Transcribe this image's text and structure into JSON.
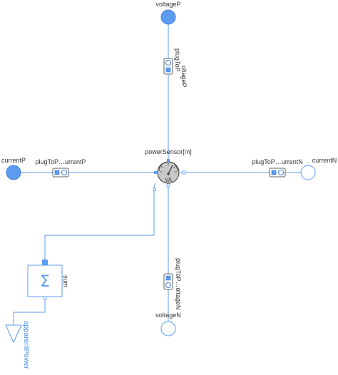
{
  "diagram": {
    "colors": {
      "wire": "#5b9bf0",
      "pin_fill": "#5b9bf0",
      "pin_stroke": "#3d7ddc",
      "sensor_fill": "#c8c8c8",
      "sensor_stroke": "#333333",
      "label": "#333333",
      "output_label": "#4a8fe0"
    },
    "components": {
      "voltageP": {
        "label": "voltageP",
        "icon": "filled-circle-pin-icon"
      },
      "plugToPinVoltageP": {
        "label_line1": "plugToP",
        "label_line2": "oltageP",
        "icon": "plug-to-pin-icon"
      },
      "currentP": {
        "label": "currentP",
        "icon": "filled-circle-pin-icon"
      },
      "plugToPinCurrentP": {
        "label": "plugToP…urrentP",
        "icon": "plug-to-pin-icon"
      },
      "powerSensor": {
        "label": "powerSensor[m]",
        "unit_text": "VA",
        "icon": "power-sensor-gauge-icon"
      },
      "plugToPinCurrentN": {
        "label": "plugToP…urrentN",
        "icon": "plug-to-pin-icon"
      },
      "currentN": {
        "label": "currentN",
        "icon": "hollow-circle-pin-icon"
      },
      "plugToPinVoltageN": {
        "label": "plugToP…oltageN",
        "icon": "plug-to-pin-icon"
      },
      "voltageN": {
        "label": "voltageN",
        "icon": "hollow-circle-pin-icon"
      },
      "sum": {
        "label": "sum",
        "symbol": "Σ",
        "icon": "sum-block-icon"
      },
      "apparentPower": {
        "label": "apparentPower",
        "icon": "output-triangle-icon"
      }
    }
  }
}
